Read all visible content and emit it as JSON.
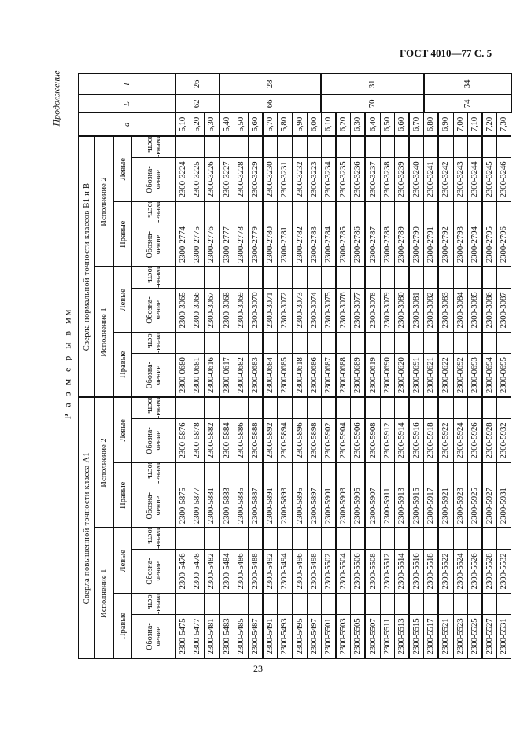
{
  "page": {
    "header": "ГОСТ 4010—77 С. 5",
    "continuation": "Продолжение",
    "caption": "Р а з м е р ы   в   мм",
    "page_number": "23"
  },
  "table": {
    "a1_title": "Сверла повышенной точности класса А1",
    "b_title": "Сверла нормальной точности классов В1 и В",
    "isp1": "Исполнение 1",
    "isp2": "Исполнение 2",
    "right": "Правые",
    "left": "Левые",
    "designation": "Обозна-\nчение",
    "applicability": "Примена-\nемость",
    "d": "d",
    "L": "L",
    "l": "l",
    "groups": [
      {
        "L": "62",
        "l": "26",
        "rows": 3
      },
      {
        "L": "66",
        "l": "28",
        "rows": 7
      },
      {
        "L": "70",
        "l": "31",
        "rows": 7
      },
      {
        "L": "74",
        "l": "34",
        "rows": 6
      }
    ],
    "rows": [
      {
        "a1_i1_r": "2300-5475",
        "a1_i1_l": "2300-5476",
        "a1_i2_r": "2300-5875",
        "a1_i2_l": "2300-5876",
        "b_i1_r": "2300-0680",
        "b_i1_l": "2300-3065",
        "b_i2_r": "2300-2774",
        "b_i2_l": "2300-3224",
        "d": "5,10"
      },
      {
        "a1_i1_r": "2300-5477",
        "a1_i1_l": "2300-5478",
        "a1_i2_r": "2300-5877",
        "a1_i2_l": "2300-5878",
        "b_i1_r": "2300-0681",
        "b_i1_l": "2300-3066",
        "b_i2_r": "2300-2775",
        "b_i2_l": "2300-3225",
        "d": "5,20"
      },
      {
        "a1_i1_r": "2300-5481",
        "a1_i1_l": "2300-5482",
        "a1_i2_r": "2300-5881",
        "a1_i2_l": "2300-5882",
        "b_i1_r": "2300-0616",
        "b_i1_l": "2300-3067",
        "b_i2_r": "2300-2776",
        "b_i2_l": "2300-3226",
        "d": "5,30"
      },
      {
        "a1_i1_r": "2300-5483",
        "a1_i1_l": "2300-5484",
        "a1_i2_r": "2300-5883",
        "a1_i2_l": "2300-5884",
        "b_i1_r": "2300-0617",
        "b_i1_l": "2300-3068",
        "b_i2_r": "2300-2777",
        "b_i2_l": "2300-3227",
        "d": "5,40"
      },
      {
        "a1_i1_r": "2300-5485",
        "a1_i1_l": "2300-5486",
        "a1_i2_r": "2300-5885",
        "a1_i2_l": "2300-5886",
        "b_i1_r": "2300-0682",
        "b_i1_l": "2300-3069",
        "b_i2_r": "2300-2778",
        "b_i2_l": "2300-3228",
        "d": "5,50"
      },
      {
        "a1_i1_r": "2300-5487",
        "a1_i1_l": "2300-5488",
        "a1_i2_r": "2300-5887",
        "a1_i2_l": "2300-5888",
        "b_i1_r": "2300-0683",
        "b_i1_l": "2300-3070",
        "b_i2_r": "2300-2779",
        "b_i2_l": "2300-3229",
        "d": "5,60"
      },
      {
        "a1_i1_r": "2300-5491",
        "a1_i1_l": "2300-5492",
        "a1_i2_r": "2300-5891",
        "a1_i2_l": "2300-5892",
        "b_i1_r": "2300-0684",
        "b_i1_l": "2300-3071",
        "b_i2_r": "2300-2780",
        "b_i2_l": "2300-3230",
        "d": "5,70"
      },
      {
        "a1_i1_r": "2300-5493",
        "a1_i1_l": "2300-5494",
        "a1_i2_r": "2300-5893",
        "a1_i2_l": "2300-5894",
        "b_i1_r": "2300-0685",
        "b_i1_l": "2300-3072",
        "b_i2_r": "2300-2781",
        "b_i2_l": "2300-3231",
        "d": "5,80"
      },
      {
        "a1_i1_r": "2300-5495",
        "a1_i1_l": "2300-5496",
        "a1_i2_r": "2300-5895",
        "a1_i2_l": "2300-5896",
        "b_i1_r": "2300-0618",
        "b_i1_l": "2300-3073",
        "b_i2_r": "2300-2782",
        "b_i2_l": "2300-3232",
        "d": "5,90"
      },
      {
        "a1_i1_r": "2300-5497",
        "a1_i1_l": "2300-5498",
        "a1_i2_r": "2300-5897",
        "a1_i2_l": "2300-5898",
        "b_i1_r": "2300-0686",
        "b_i1_l": "2300-3074",
        "b_i2_r": "2300-2783",
        "b_i2_l": "2300-3223",
        "d": "6,00"
      },
      {
        "a1_i1_r": "2300-5501",
        "a1_i1_l": "2300-5502",
        "a1_i2_r": "2300-5901",
        "a1_i2_l": "2300-5902",
        "b_i1_r": "2300-0687",
        "b_i1_l": "2300-3075",
        "b_i2_r": "2300-2784",
        "b_i2_l": "2300-3234",
        "d": "6,10"
      },
      {
        "a1_i1_r": "2300-5503",
        "a1_i1_l": "2300-5504",
        "a1_i2_r": "2300-5903",
        "a1_i2_l": "2300-5904",
        "b_i1_r": "2300-0688",
        "b_i1_l": "2300-3076",
        "b_i2_r": "2300-2785",
        "b_i2_l": "2300-3235",
        "d": "6,20"
      },
      {
        "a1_i1_r": "2300-5505",
        "a1_i1_l": "2300-5506",
        "a1_i2_r": "2300-5905",
        "a1_i2_l": "2300-5906",
        "b_i1_r": "2300-0689",
        "b_i1_l": "2300-3077",
        "b_i2_r": "2300-2786",
        "b_i2_l": "2300-3236",
        "d": "6,30"
      },
      {
        "a1_i1_r": "2300-5507",
        "a1_i1_l": "2300-5508",
        "a1_i2_r": "2300-5907",
        "a1_i2_l": "2300-5908",
        "b_i1_r": "2300-0619",
        "b_i1_l": "2300-3078",
        "b_i2_r": "2300-2787",
        "b_i2_l": "2300-3237",
        "d": "6,40"
      },
      {
        "a1_i1_r": "2300-5511",
        "a1_i1_l": "2300-5512",
        "a1_i2_r": "2300-5911",
        "a1_i2_l": "2300-5912",
        "b_i1_r": "2300-0690",
        "b_i1_l": "2300-3079",
        "b_i2_r": "2300-2788",
        "b_i2_l": "2300-3238",
        "d": "6,50"
      },
      {
        "a1_i1_r": "2300-5513",
        "a1_i1_l": "2300-5514",
        "a1_i2_r": "2300-5913",
        "a1_i2_l": "2300-5914",
        "b_i1_r": "2300-0620",
        "b_i1_l": "2300-3080",
        "b_i2_r": "2300-2789",
        "b_i2_l": "2300-3239",
        "d": "6,60"
      },
      {
        "a1_i1_r": "2300-5515",
        "a1_i1_l": "2300-5516",
        "a1_i2_r": "2300-5915",
        "a1_i2_l": "2300-5916",
        "b_i1_r": "2300-0691",
        "b_i1_l": "2300-3081",
        "b_i2_r": "2300-2790",
        "b_i2_l": "2300-3240",
        "d": "6,70"
      },
      {
        "a1_i1_r": "2300-5517",
        "a1_i1_l": "2300-5518",
        "a1_i2_r": "2300-5917",
        "a1_i2_l": "2300-5918",
        "b_i1_r": "2300-0621",
        "b_i1_l": "2300-3082",
        "b_i2_r": "2300-2791",
        "b_i2_l": "2300-3241",
        "d": "6,80"
      },
      {
        "a1_i1_r": "2300-5521",
        "a1_i1_l": "2300-5522",
        "a1_i2_r": "2300-5921",
        "a1_i2_l": "2300-5922",
        "b_i1_r": "2300-0622",
        "b_i1_l": "2300-3083",
        "b_i2_r": "2300-2792",
        "b_i2_l": "2300-3242",
        "d": "6,90"
      },
      {
        "a1_i1_r": "2300-5523",
        "a1_i1_l": "2300-5524",
        "a1_i2_r": "2300-5923",
        "a1_i2_l": "2300-5924",
        "b_i1_r": "2300-0692",
        "b_i1_l": "2300-3084",
        "b_i2_r": "2300-2793",
        "b_i2_l": "2300-3243",
        "d": "7,00"
      },
      {
        "a1_i1_r": "2300-5525",
        "a1_i1_l": "2300-5526",
        "a1_i2_r": "2300-5925",
        "a1_i2_l": "2300-5926",
        "b_i1_r": "2300-0693",
        "b_i1_l": "2300-3085",
        "b_i2_r": "2300-2794",
        "b_i2_l": "2300-3244",
        "d": "7,10"
      },
      {
        "a1_i1_r": "2300-5527",
        "a1_i1_l": "2300-5528",
        "a1_i2_r": "2300-5927",
        "a1_i2_l": "2300-5928",
        "b_i1_r": "2300-0694",
        "b_i1_l": "2300-3086",
        "b_i2_r": "2300-2795",
        "b_i2_l": "2300-3245",
        "d": "7,20"
      },
      {
        "a1_i1_r": "2300-5531",
        "a1_i1_l": "2300-5532",
        "a1_i2_r": "2300-5931",
        "a1_i2_l": "2300-5932",
        "b_i1_r": "2300-0695",
        "b_i1_l": "2300-3087",
        "b_i2_r": "2300-2796",
        "b_i2_l": "2300-3246",
        "d": "7,30"
      }
    ]
  }
}
